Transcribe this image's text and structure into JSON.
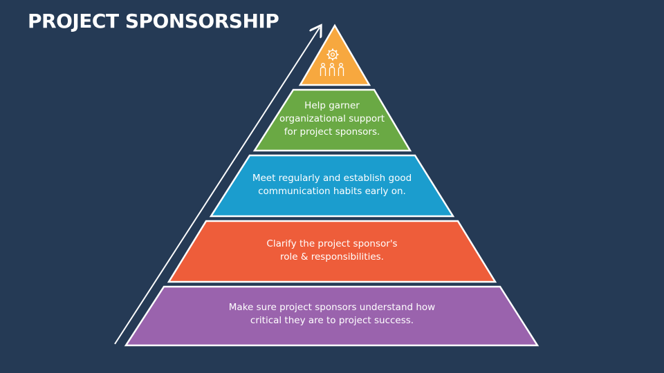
{
  "title": "PROJECT SPONSORSHIP",
  "colors": {
    "background": "#253a55",
    "top": "#f7a83f",
    "level_1": "#6aa944",
    "level_2": "#1b9dce",
    "level_3": "#ee5d3a",
    "level_4": "#9a63ad"
  },
  "top_icon": "sponsor-team-gear-icon",
  "levels": [
    {
      "text": "Help garner\norganizational support\nfor project sponsors."
    },
    {
      "text": "Meet regularly and establish good\ncommunication habits early on."
    },
    {
      "text": "Clarify the project sponsor's\nrole & responsibilities."
    },
    {
      "text": "Make sure project sponsors understand how\ncritical they are to project success."
    }
  ]
}
